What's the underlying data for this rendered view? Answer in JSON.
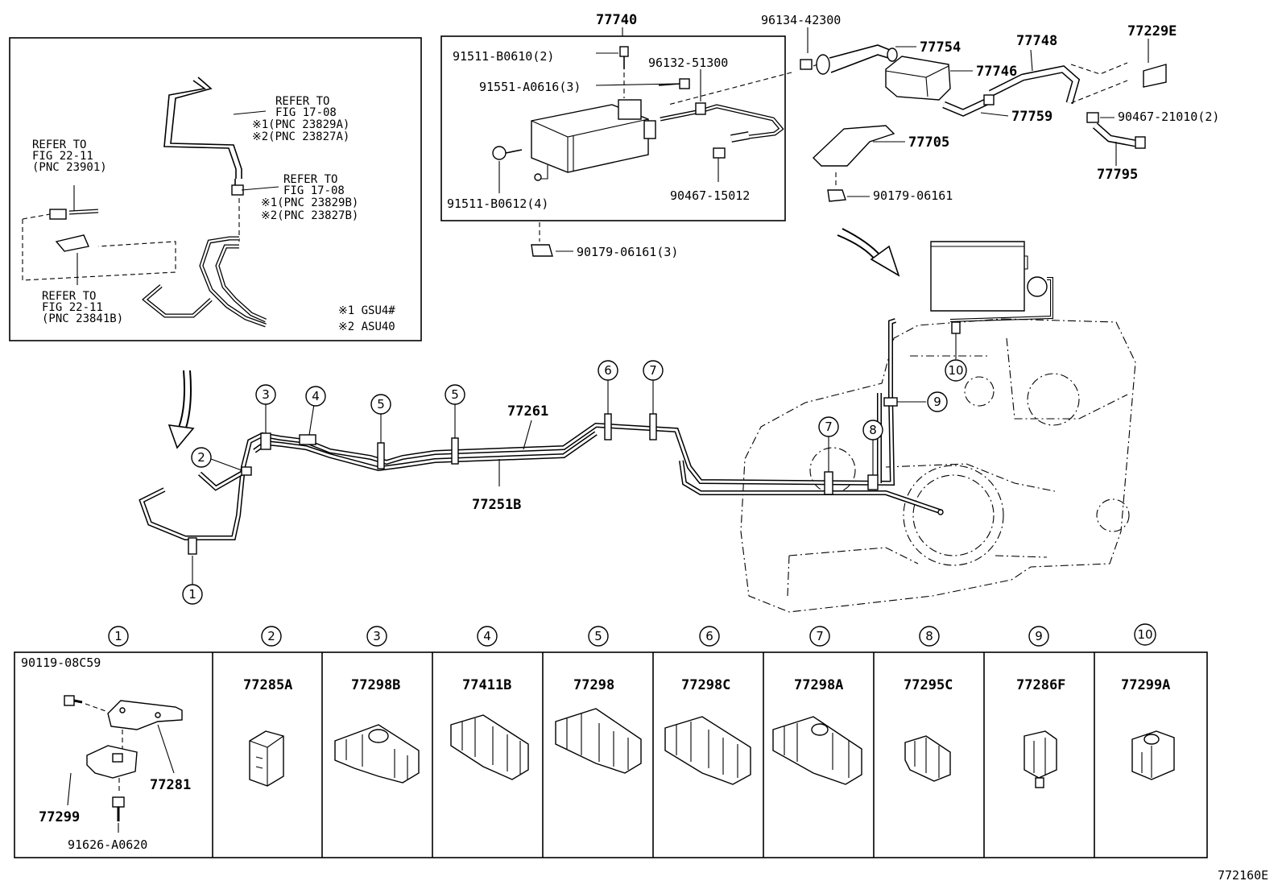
{
  "inset": {
    "refer1": {
      "l1": "REFER TO",
      "l2": "FIG 22-11",
      "l3": "(PNC 23901)"
    },
    "refer2": {
      "l1": "REFER TO",
      "l2": "FIG 22-11",
      "l3": "(PNC 23841B)"
    },
    "refer3": {
      "l1": "REFER TO",
      "l2": "FIG 17-08",
      "l3": "※1(PNC 23829A)",
      "l4": "※2(PNC 23827A)"
    },
    "refer4": {
      "l1": "REFER TO",
      "l2": "FIG 17-08",
      "l3": "※1(PNC 23829B)",
      "l4": "※2(PNC 23827B)"
    },
    "note1": "※1 GSU4#",
    "note2": "※2 ASU40"
  },
  "canister_box": {
    "title": "77740",
    "p1": "91511-B0610(2)",
    "p2": "91551-A0616(3)",
    "p3": "96132-51300",
    "p4": "91511-B0612(4)",
    "p5": "90467-15012"
  },
  "top_parts": {
    "p1": "96134-42300",
    "p2": "77754",
    "p3": "77746",
    "p4": "77748",
    "p5": "77229E",
    "p6": "77759",
    "p7": "90467-21010(2)",
    "p8": "77705",
    "p9": "77795",
    "p10": "90179-06161",
    "p11": "90179-06161(3)"
  },
  "main": {
    "tube1": "77261",
    "tube2": "77251B",
    "callouts": [
      "1",
      "2",
      "3",
      "4",
      "5",
      "5",
      "6",
      "7",
      "7",
      "8",
      "9",
      "10"
    ]
  },
  "table": {
    "headers": [
      "1",
      "2",
      "3",
      "4",
      "5",
      "6",
      "7",
      "8",
      "9",
      "10"
    ],
    "cell1": {
      "a": "90119-08C59",
      "b": "77281",
      "c": "77299",
      "d": "91626-A0620"
    },
    "parts": [
      "77285A",
      "77298B",
      "77411B",
      "77298",
      "77298C",
      "77298A",
      "77295C",
      "77286F",
      "77299A"
    ]
  },
  "figure_id": "772160E"
}
